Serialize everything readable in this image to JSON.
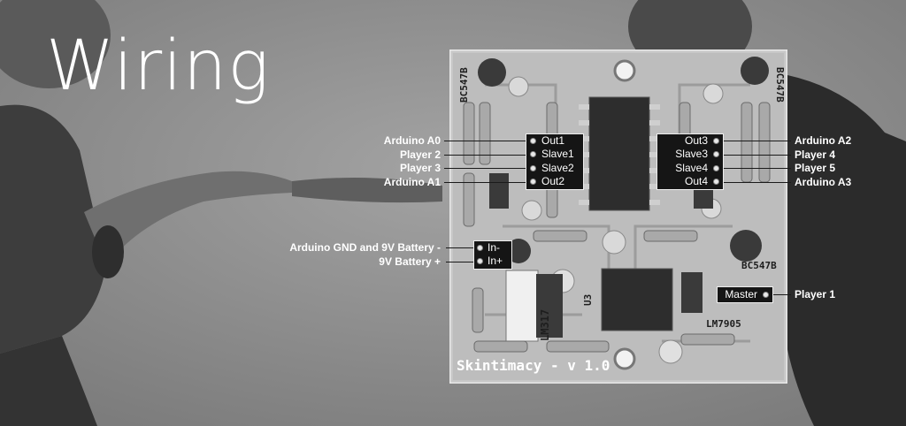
{
  "title": "Wiring",
  "board": {
    "name": "Skintimacy - v 1.0",
    "chips": {
      "transistor": "BC547B",
      "regulator_a": "LM317",
      "regulator_b": "LM7905",
      "unit": "U3"
    }
  },
  "left_header": {
    "pins": [
      "Out1",
      "Slave1",
      "Slave2",
      "Out2"
    ],
    "labels": [
      "Arduino A0",
      "Player 2",
      "Player 3",
      "Arduino A1"
    ]
  },
  "right_header": {
    "pins": [
      "Out3",
      "Slave3",
      "Slave4",
      "Out4"
    ],
    "labels": [
      "Arduino A2",
      "Player 4",
      "Player 5",
      "Arduino A3"
    ]
  },
  "power_header": {
    "pins": [
      "In-",
      "In+"
    ],
    "labels": [
      "Arduino  GND and 9V Battery -",
      "9V Battery +"
    ]
  },
  "master_header": {
    "pin": "Master",
    "label": "Player 1"
  }
}
